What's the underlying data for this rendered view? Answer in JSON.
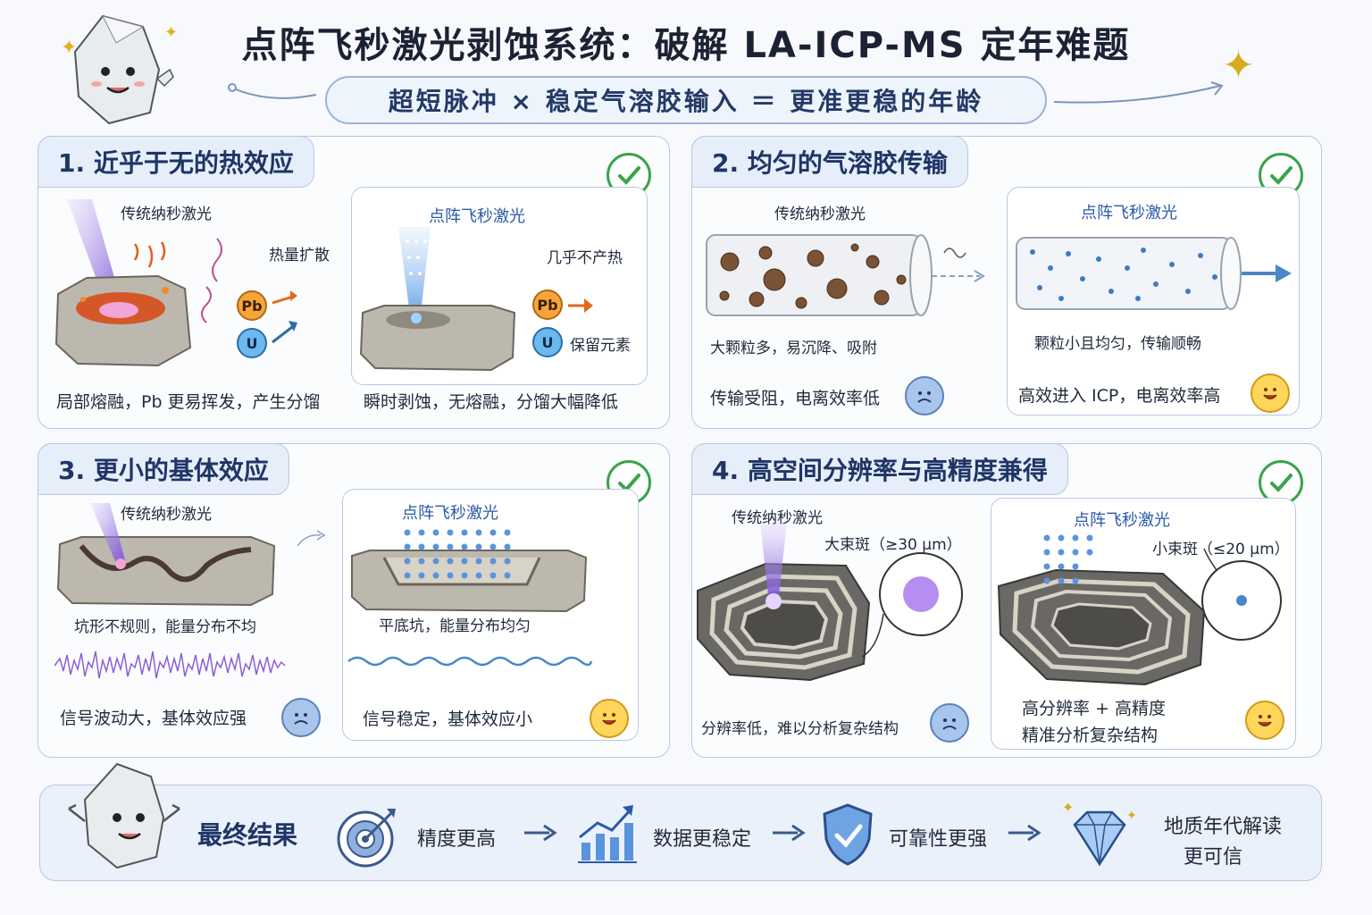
{
  "title": "点阵飞秒激光剥蚀系统：破解 LA-ICP-MS 定年难题",
  "subtitle": "超短脉冲 × 稳定气溶胶输入 ＝ 更准更稳的年龄",
  "panels": [
    {
      "heading": "1. 近乎于无的热效应",
      "left_label": "传统纳秒激光",
      "left_note": "热量扩散",
      "left_caption": "局部熔融，Pb 更易挥发，产生分馏",
      "right_label": "点阵飞秒激光",
      "right_note": "几乎不产热",
      "right_note2": "保留元素",
      "right_caption": "瞬时剥蚀，无熔融，分馏大幅降低",
      "elem_pb": "Pb",
      "elem_u": "U"
    },
    {
      "heading": "2. 均匀的气溶胶传输",
      "left_label": "传统纳秒激光",
      "left_note": "大颗粒多，易沉降、吸附",
      "left_caption": "传输受阻，电离效率低",
      "right_label": "点阵飞秒激光",
      "right_note": "颗粒小且均匀，传输顺畅",
      "right_caption": "高效进入 ICP，电离效率高"
    },
    {
      "heading": "3. 更小的基体效应",
      "left_label": "传统纳秒激光",
      "left_note": "坑形不规则，能量分布不均",
      "left_caption": "信号波动大，基体效应强",
      "right_label": "点阵飞秒激光",
      "right_note": "平底坑，能量分布均匀",
      "right_caption": "信号稳定，基体效应小"
    },
    {
      "heading": "4. 高空间分辨率与高精度兼得",
      "left_label": "传统纳秒激光",
      "left_note": "大束斑（≥30 μm）",
      "left_caption": "分辨率低，难以分析复杂结构",
      "right_label": "点阵飞秒激光",
      "right_note": "小束斑（≤20 μm）",
      "right_caption": "高分辨率 + 高精度",
      "right_caption2": "精准分析复杂结构"
    }
  ],
  "bottom": {
    "title": "最终结果",
    "steps": [
      "精度更高",
      "数据更稳定",
      "可靠性更强"
    ],
    "final_line1": "地质年代解读",
    "final_line2": "更可信"
  },
  "colors": {
    "panel_border": "#b7c8e2",
    "accent_blue": "#2b5aa8",
    "check_green": "#3aa34a",
    "laser_purple": "#8a5ee0"
  }
}
